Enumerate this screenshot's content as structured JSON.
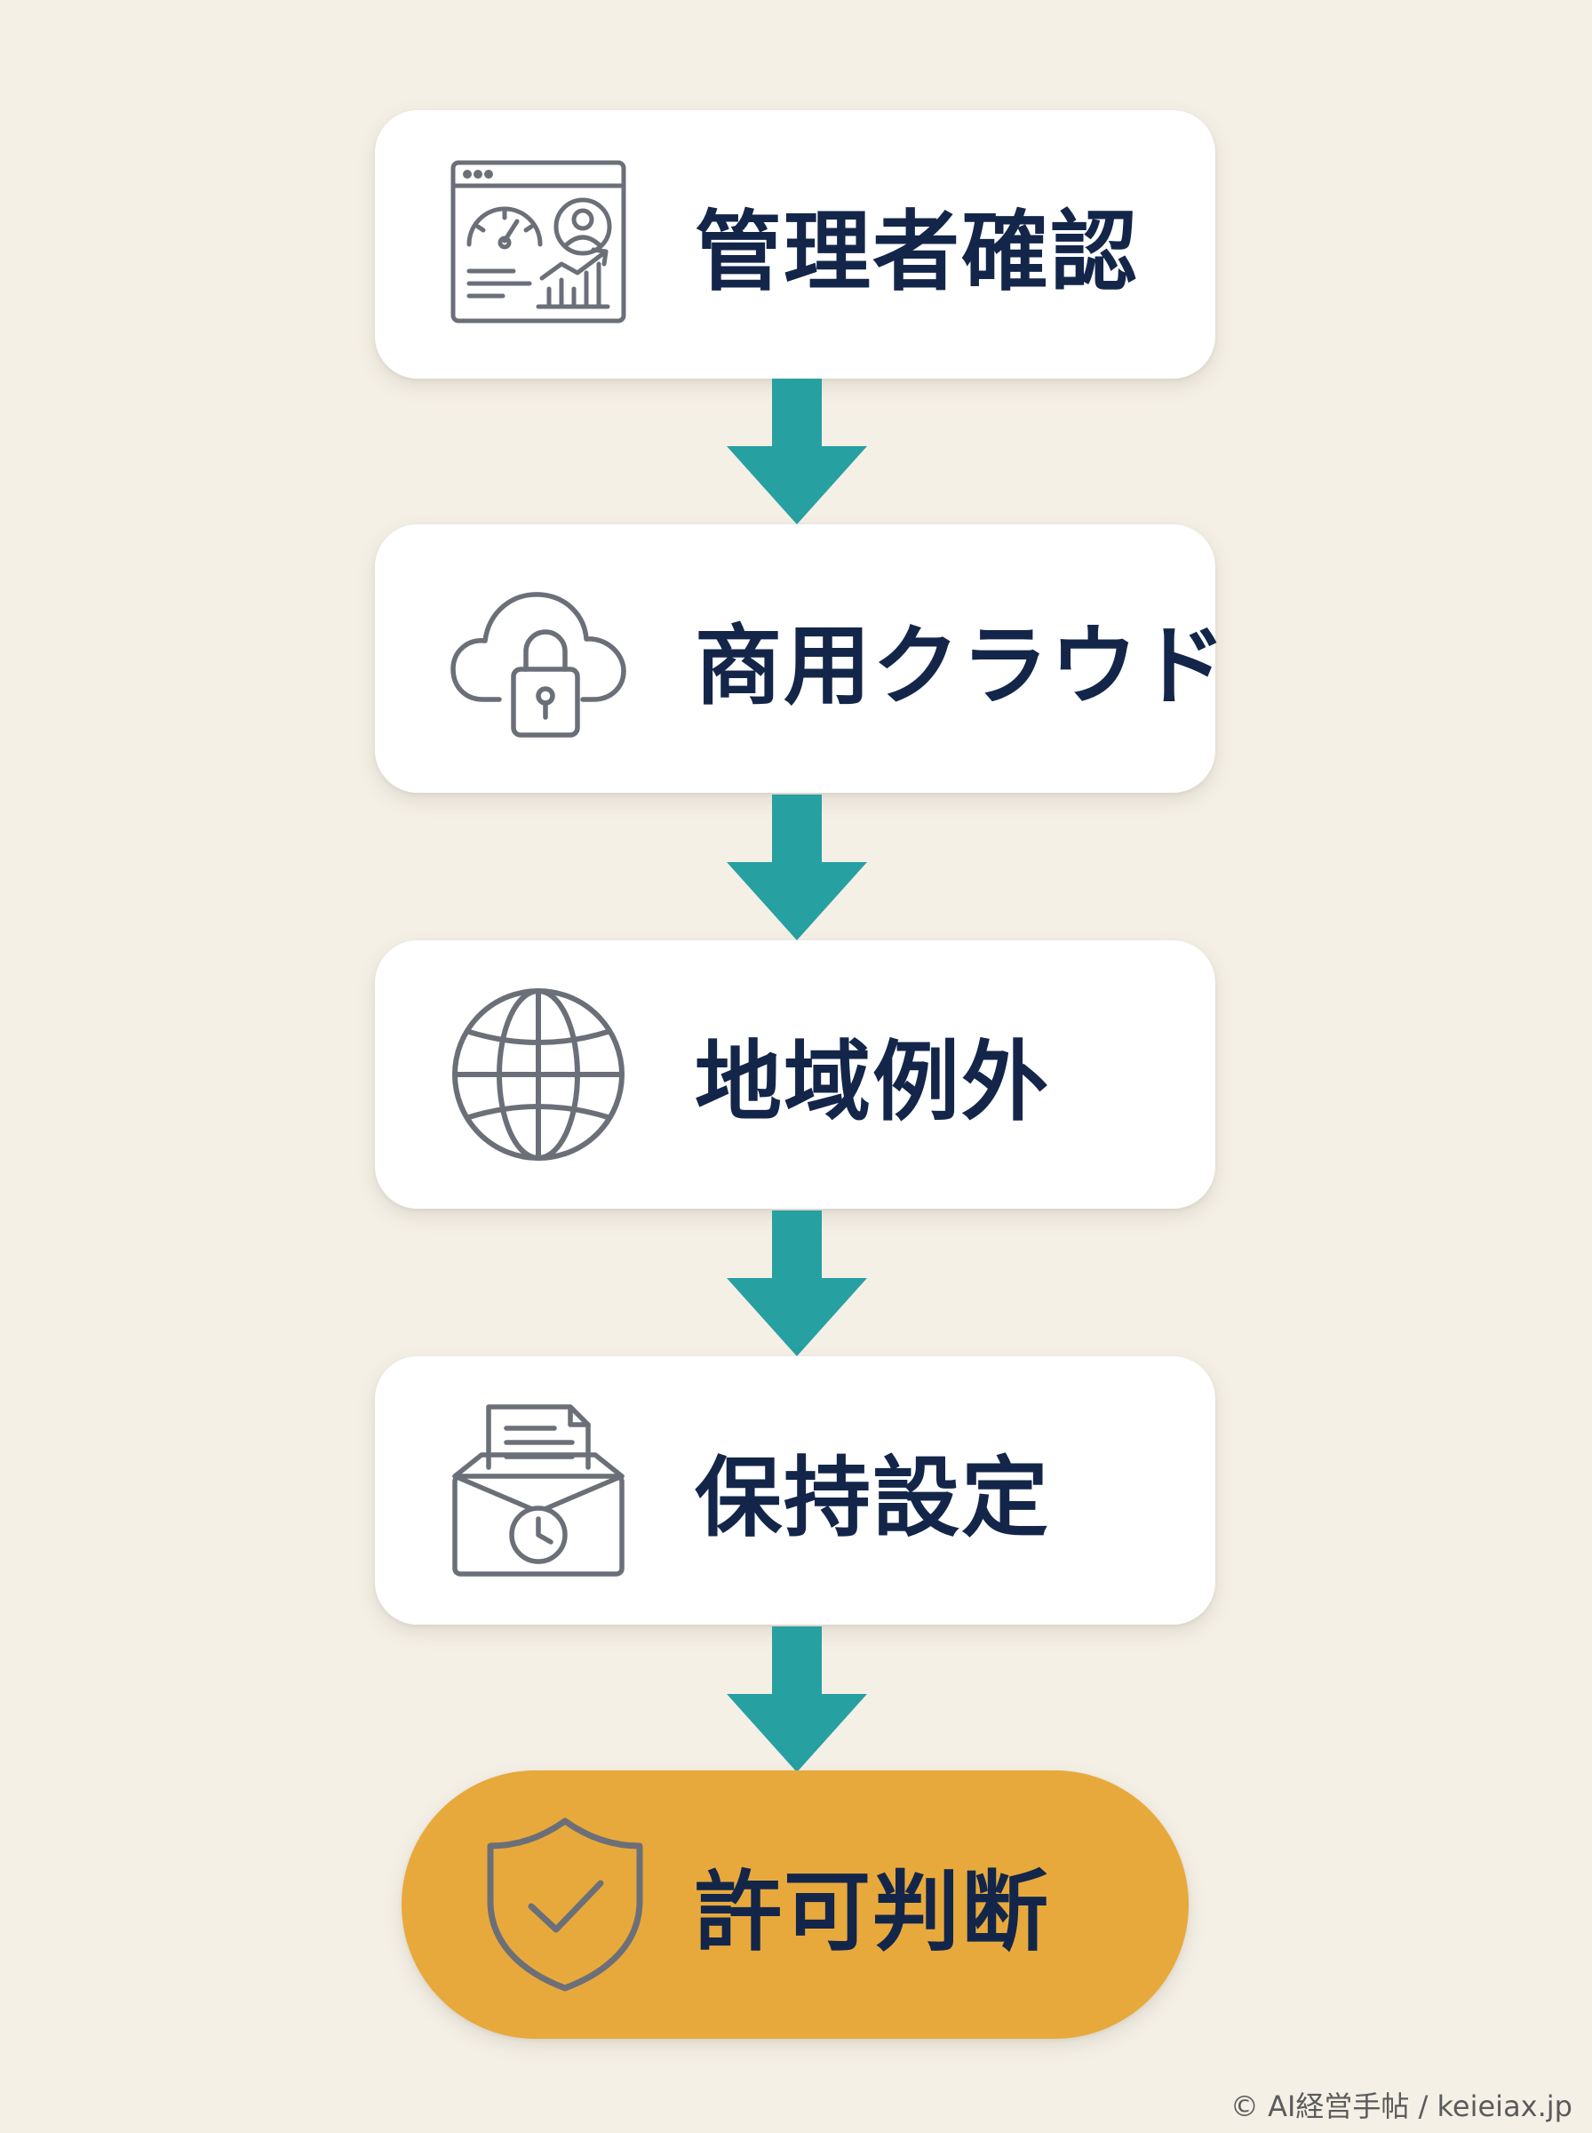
{
  "steps": [
    {
      "label": "管理者確認",
      "icon": "admin-dashboard-icon"
    },
    {
      "label": "商用クラウド",
      "icon": "cloud-lock-icon"
    },
    {
      "label": "地域例外",
      "icon": "globe-icon"
    },
    {
      "label": "保持設定",
      "icon": "archive-clock-icon"
    }
  ],
  "final": {
    "label": "許可判断",
    "icon": "shield-check-icon"
  },
  "credit": "© AI経営手帖 / keieiax.jp",
  "colors": {
    "background": "#f5f0e6",
    "card": "#ffffff",
    "text": "#13264a",
    "arrow": "#27a0a2",
    "final": "#e8a93c",
    "icon_stroke": "#6b6f78"
  }
}
